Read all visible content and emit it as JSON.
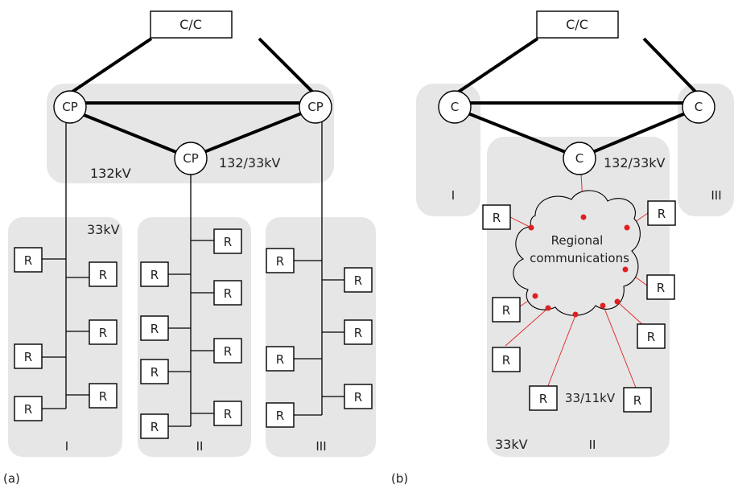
{
  "panel_a": {
    "caption": "(a)",
    "control_centre": "C/C",
    "cp_nodes": [
      "CP",
      "CP",
      "CP"
    ],
    "voltage_132": "132kV",
    "voltage_132_33": "132/33kV",
    "voltage_33": "33kV",
    "rtu": "R",
    "regions": [
      "I",
      "II",
      "III"
    ]
  },
  "panel_b": {
    "caption": "(b)",
    "control_centre": "C/C",
    "c_nodes": [
      "C",
      "C",
      "C"
    ],
    "voltage_132_33": "132/33kV",
    "voltage_33_11": "33/11kV",
    "voltage_33": "33kV",
    "cloud_line1": "Regional",
    "cloud_line2": "communications",
    "rtu": "R",
    "regions": [
      "I",
      "II",
      "III"
    ]
  }
}
